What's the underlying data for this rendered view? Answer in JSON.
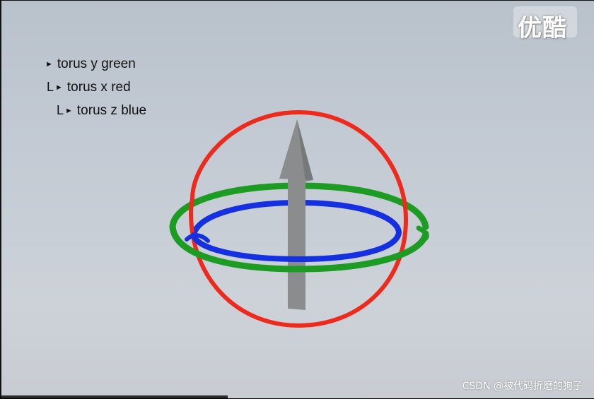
{
  "hierarchy": [
    {
      "label": "torus y green",
      "marker": "►",
      "elbow": ""
    },
    {
      "label": "torus x red",
      "marker": "►",
      "elbow": "L"
    },
    {
      "label": "torus z blue",
      "marker": "►",
      "elbow": "L"
    }
  ],
  "logo": {
    "text": "优酷"
  },
  "watermark": {
    "text": "CSDN @被代码折磨的狗子"
  },
  "gizmo": {
    "colors": {
      "red": "#ee2a1c",
      "green": "#1c9c22",
      "blue": "#1530e0",
      "arrow": "#8a8c8e"
    },
    "icons": [
      "red-torus",
      "green-torus",
      "blue-torus",
      "up-arrow"
    ]
  }
}
